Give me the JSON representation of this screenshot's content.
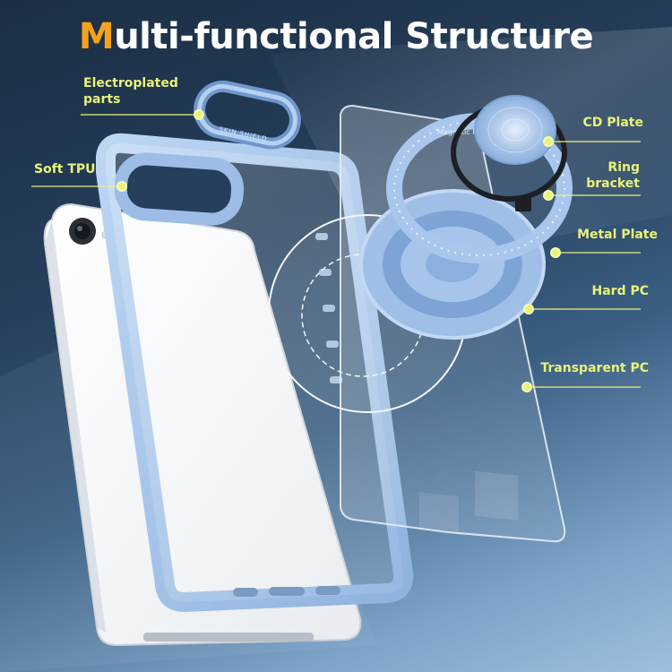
{
  "title": {
    "first_letter": "M",
    "rest": "ulti-functional Structure"
  },
  "labels": {
    "electroplated": [
      "Electroplated",
      "parts"
    ],
    "soft_tpu": "Soft TPU",
    "cd_plate": "CD Plate",
    "ring_bracket": [
      "Ring",
      "bracket"
    ],
    "metal_plate": "Metal Plate",
    "hard_pc": "Hard PC",
    "transparent_pc": "Transparent PC"
  },
  "engraved_text": {
    "camera_ring": "SKIN SHIELD",
    "magnetic_ring": "Magnetic Phone"
  },
  "colors": {
    "accent_title": "#f6a21e",
    "label": "#e9f27a",
    "case_blue": "#a9c7ec",
    "background": "#243b57"
  }
}
